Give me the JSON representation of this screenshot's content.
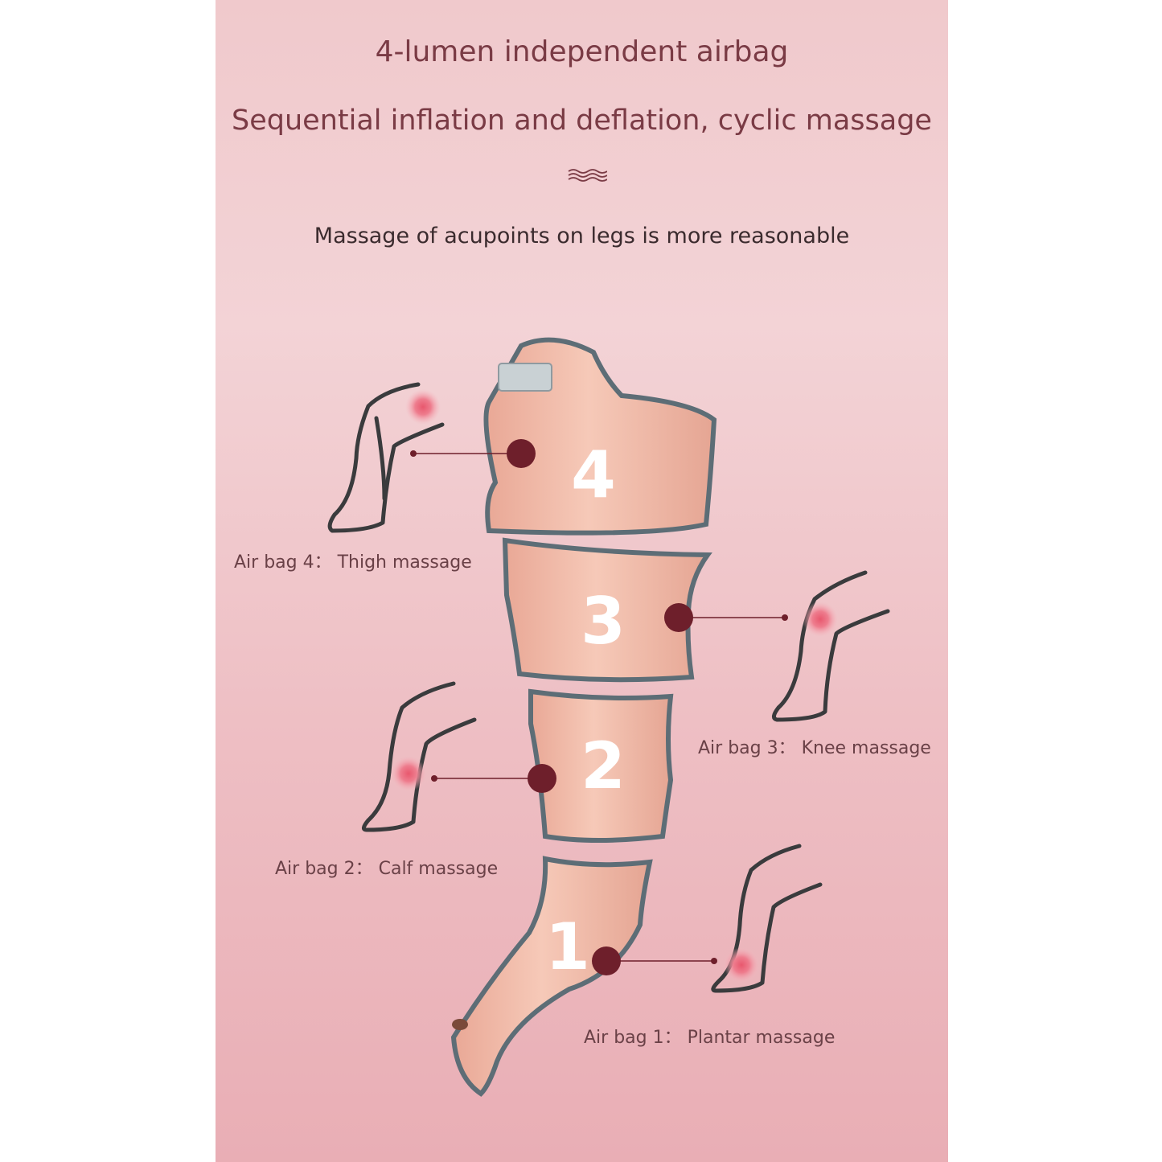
{
  "title": "4-lumen independent airbag",
  "subtitle": "Sequential inflation and deflation, cyclic massage",
  "tagline": "Massage of acupoints on legs is more reasonable",
  "wave_icon": "wave-icon",
  "airbags": [
    {
      "number": "4",
      "label": "Air bag 4： Thigh massage"
    },
    {
      "number": "3",
      "label": "Air bag 3： Knee massage"
    },
    {
      "number": "2",
      "label": "Air bag 2： Calf massage"
    },
    {
      "number": "1",
      "label": "Air bag 1： Plantar massage"
    }
  ],
  "colors": {
    "heading": "#7a3b45",
    "sleeve": "#f3bfae",
    "sleeve_edge": "#5d6d76",
    "marker": "#6e1f2b",
    "hotspot": "#e8586e"
  }
}
